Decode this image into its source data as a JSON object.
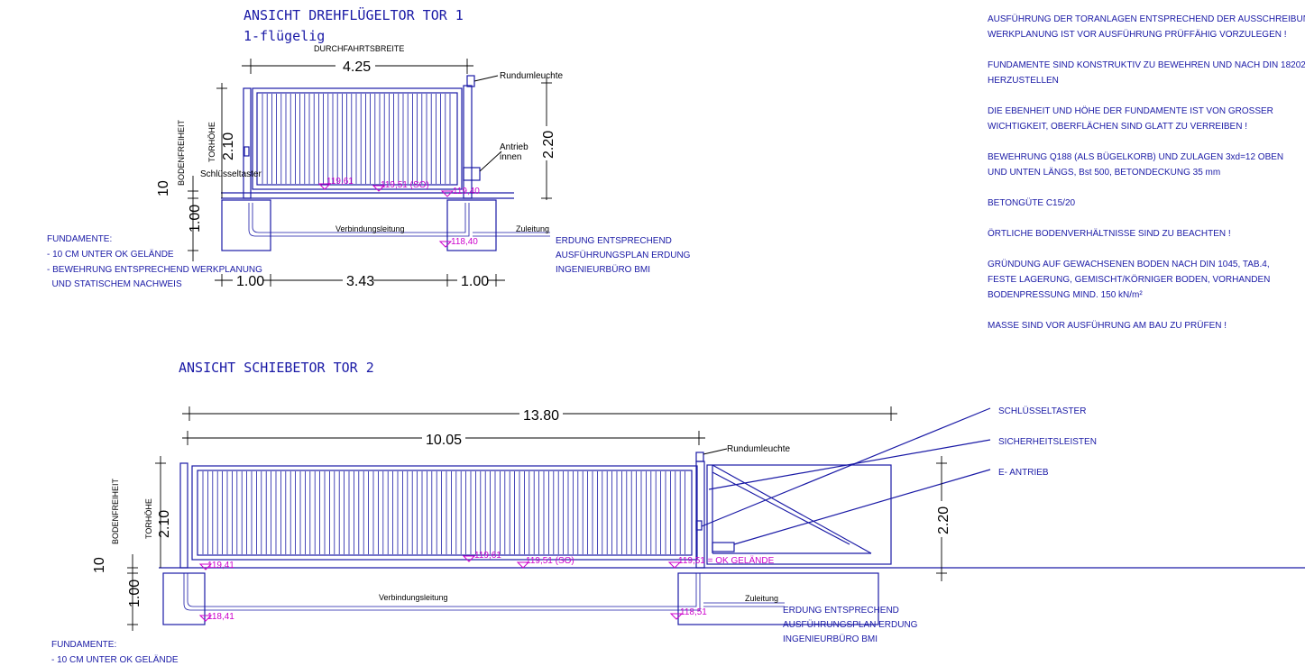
{
  "tor1": {
    "title": "ANSICHT DREHFLÜGELTOR TOR 1",
    "subtitle": "1-flügelig",
    "durchfahrt_label": "DURCHFAHRTSBREITE",
    "width_dim": "4.25",
    "lamp_label": "Rundumleuchte",
    "drive_label_1": "Antrieb",
    "drive_label_2": "innen",
    "key_label": "Schlüsseltaster",
    "height_dim": "2.10",
    "torhoehe_label": "TORHÖHE",
    "bodenfreiheit_label": "BODENFREIHEIT",
    "gap_dim": "10",
    "found_depth_dim": "1.00",
    "right_height_dim": "2.20",
    "levels": [
      "119,61",
      "119,51 (SO)",
      "119,40",
      "118,40"
    ],
    "conn_label": "Verbindungsleitung",
    "supply_label": "Zuleitung",
    "earth_lines": [
      "ERDUNG ENTSPRECHEND",
      "AUSFÜHRUNGSPLAN ERDUNG",
      "INGENIEURBÜRO BMI"
    ],
    "bottom_dims": [
      "1.00",
      "3.43",
      "1.00"
    ],
    "fundament_lines": [
      "FUNDAMENTE:",
      "- 10 CM UNTER OK GELÄNDE",
      "- BEWEHRUNG ENTSPRECHEND WERKPLANUNG",
      "  UND STATISCHEM NACHWEIS"
    ]
  },
  "notes": [
    "AUSFÜHRUNG DER TORANLAGEN ENTSPRECHEND DER AUSSCHREIBUNG",
    "WERKPLANUNG IST VOR AUSFÜHRUNG PRÜFFÄHIG VORZULEGEN !",
    "",
    "FUNDAMENTE SIND KONSTRUKTIV ZU BEWEHREN UND NACH DIN 18202",
    "HERZUSTELLEN",
    "",
    "DIE EBENHEIT UND HÖHE DER FUNDAMENTE IST VON GROSSER",
    "WICHTIGKEIT, OBERFLÄCHEN SIND GLATT ZU VERREIBEN !",
    "",
    "BEWEHRUNG Q188 (ALS BÜGELKORB) UND ZULAGEN 3xd=12 OBEN",
    "UND UNTEN LÄNGS, Bst 500, BETONDECKUNG 35 mm",
    "",
    "BETONGÜTE C15/20",
    "",
    "ÖRTLICHE BODENVERHÄLTNISSE SIND ZU BEACHTEN !",
    "",
    "GRÜNDUNG AUF GEWACHSENEN BODEN NACH DIN 1045, TAB.4,",
    "FESTE LAGERUNG, GEMISCHT/KÖRNIGER BODEN, VORHANDEN",
    "BODENPRESSUNG MIND. 150 kN/m²",
    "",
    "MASSE SIND VOR AUSFÜHRUNG AM BAU ZU PRÜFEN !"
  ],
  "tor2": {
    "title": "ANSICHT SCHIEBETOR TOR 2",
    "total_dim": "13.80",
    "gate_dim": "10.05",
    "lamp_label": "Rundumleuchte",
    "height_dim": "2.10",
    "torhoehe_label": "TORHÖHE",
    "bodenfreiheit_label": "BODENFREIHEIT",
    "gap_dim": "10",
    "found_depth_dim": "1.00",
    "right_height_dim": "2.20",
    "callouts": [
      "SCHLÜSSELTASTER",
      "SICHERHEITSLEISTEN",
      "E- ANTRIEB"
    ],
    "levels": [
      "119,41",
      "119,61",
      "119,51 (SO)",
      "119,51 = OK GELÄNDE",
      "118,41",
      "118,51"
    ],
    "conn_label": "Verbindungsleitung",
    "supply_label": "Zuleitung",
    "earth_lines": [
      "ERDUNG ENTSPRECHEND",
      "AUSFÜHRUNGSPLAN ERDUNG",
      "INGENIEURBÜRO BMI"
    ],
    "fundament_lines": [
      "FUNDAMENTE:",
      "- 10 CM UNTER OK GELÄNDE"
    ]
  }
}
